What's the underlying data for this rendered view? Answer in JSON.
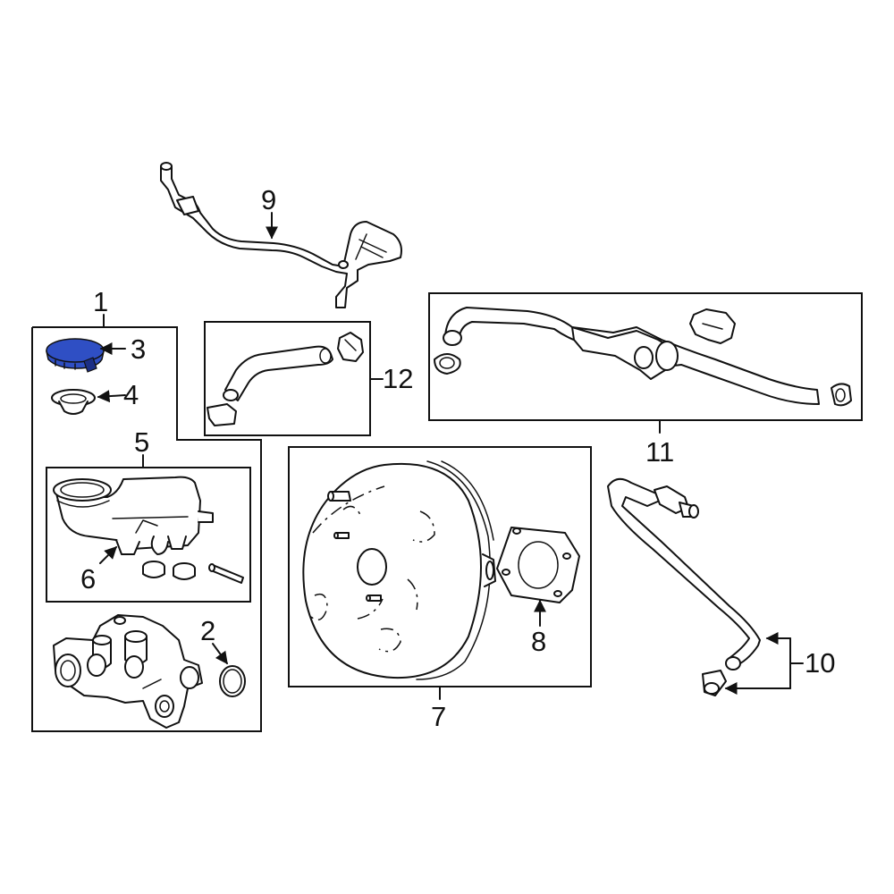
{
  "colors": {
    "highlight": "#2f4fc4",
    "highlight_dark": "#1c2f86",
    "line": "#111111",
    "background": "#ffffff"
  },
  "callouts": {
    "c1": "1",
    "c2": "2",
    "c3": "3",
    "c4": "4",
    "c5": "5",
    "c6": "6",
    "c7": "7",
    "c8": "8",
    "c9": "9",
    "c10": "10",
    "c11": "11",
    "c12": "12"
  },
  "highlighted_part": "3"
}
